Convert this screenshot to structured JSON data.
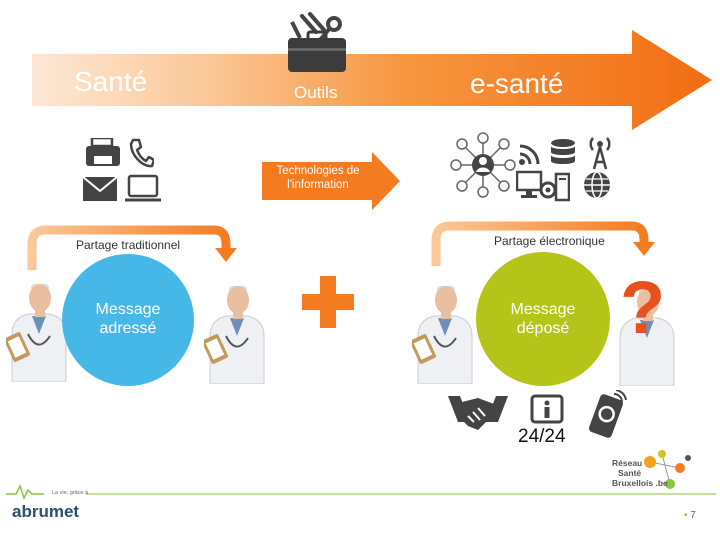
{
  "banner": {
    "left_label": "Santé",
    "center_label": "Outils",
    "right_label": "e-santé"
  },
  "tech_arrow": {
    "label_line1": "Technologies de",
    "label_line2": "l'information"
  },
  "traditional": {
    "label": "Partage traditionnel",
    "circle_line1": "Message",
    "circle_line2": "adressé"
  },
  "electronic": {
    "label": "Partage électronique",
    "circle_line1": "Message",
    "circle_line2": "déposé",
    "question_mark": "?"
  },
  "availability": "24/24",
  "footer": {
    "logo_tagline": "La vie, grâce à",
    "logo_name": "abrumet",
    "partner_line1": "Réseau",
    "partner_line2": "Santé",
    "partner_line3": "Bruxellois .be",
    "page_number": "7"
  },
  "colors": {
    "orange": "#f47b20",
    "blue_circle": "#46b8e8",
    "green_circle": "#b4c418",
    "question": "#e8511c"
  },
  "icons": [
    "toolbox-icon",
    "fax-icon",
    "phone-icon",
    "envelope-icon",
    "laptop-icon",
    "network-icon",
    "signal-icon",
    "database-icon",
    "antenna-icon",
    "computer-icon",
    "globe-icon",
    "doctor-icon",
    "plus-icon",
    "handshake-icon",
    "info-icon",
    "mobile-phone-icon"
  ]
}
